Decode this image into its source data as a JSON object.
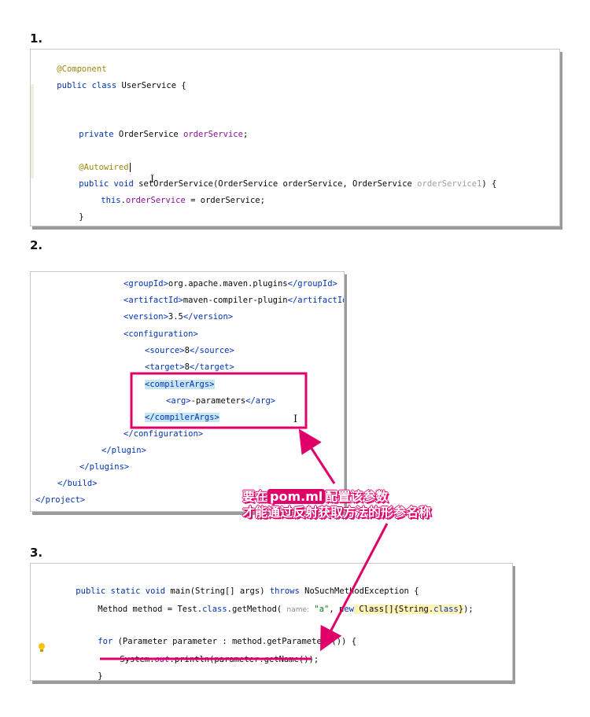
{
  "sections": {
    "s1": {
      "label": "1."
    },
    "s2": {
      "label": "2."
    },
    "s3": {
      "label": "3."
    }
  },
  "code1": {
    "l1_ann": "@Component",
    "l2_kw": "public class",
    "l2_rest": " UserService {",
    "l3_kw": "private",
    "l3_type": " OrderService ",
    "l3_field": "orderService",
    "l3_end": ";",
    "l4_ann": "@Autowired",
    "l5_kw": "public void",
    "l5_name": " setOrderService(OrderService orderService, OrderService ",
    "l5_unused": "orderService1",
    "l5_end": ") {",
    "l6_kw": "this",
    "l6_dot": ".",
    "l6_field": "orderService",
    "l6_rest": " = orderService;",
    "l7": "}"
  },
  "code2": {
    "l1_open": "<groupId>",
    "l1_text": "org.apache.maven.plugins",
    "l1_close": "</groupId>",
    "l2_open": "<artifactId>",
    "l2_text": "maven-compiler-plugin",
    "l2_close": "</artifactId>",
    "l3_open": "<version>",
    "l3_text": "3.5",
    "l3_close": "</version>",
    "l4": "<configuration>",
    "l5_open": "<source>",
    "l5_text": "8",
    "l5_close": "</source>",
    "l6_open": "<target>",
    "l6_text": "8",
    "l6_close": "</target>",
    "l7": "<compilerArgs>",
    "l8_open": "<arg>",
    "l8_text": "-parameters",
    "l8_close": "</arg>",
    "l9": "</compilerArgs>",
    "l10": "</configuration>",
    "l11": "</plugin>",
    "l12": "</plugins>",
    "l13": "</build>",
    "l14": "</project>"
  },
  "callout": {
    "line1_pre": "要在",
    "line1_em": "pom.ml",
    "line1_post": "配置该参数",
    "line2": "才能通过反射获取方法的形参名称"
  },
  "code3": {
    "l1_kw": "public static void",
    "l1_rest": " main(String[] args) ",
    "l1_kw2": "throws",
    "l1_rest2": " NoSuchMethodException {",
    "l2_a": "Method method = Test.",
    "l2_kw": "class",
    "l2_b": ".getMethod( ",
    "l2_hint": "name:",
    "l2_str": " \"a\"",
    "l2_c": ", n",
    "l2_kw2": "ew",
    "l2_hl": " Class[]{String.",
    "l2_kw3": "class",
    "l2_hl_end": "}",
    "l2_end": ");",
    "l3_kw": "for",
    "l3_rest": " (Parameter parameter : method.getParameters()) {",
    "l4_a": "System.",
    "l4_out": "out",
    "l4_b": ".println(parameter.getName());",
    "l5": "}"
  },
  "colors": {
    "accent": "#e0006a"
  }
}
